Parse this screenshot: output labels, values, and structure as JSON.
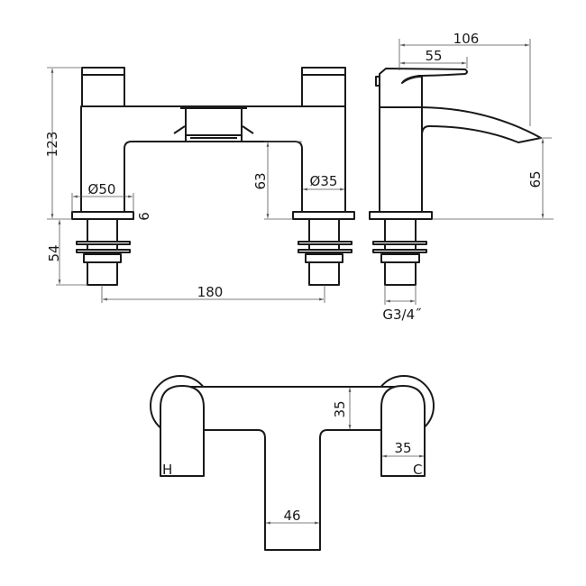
{
  "front_view": {
    "dims": {
      "total_height": "123",
      "shank_length": "54",
      "centres": "180",
      "base_diameter": "Ø50",
      "base_thickness": "6",
      "spout_clearance": "63",
      "column_diameter": "Ø35"
    }
  },
  "side_view": {
    "dims": {
      "projection": "106",
      "handle_length": "55",
      "spout_height": "65",
      "thread": "G3/4˝"
    }
  },
  "top_view": {
    "hot_label": "H",
    "cold_label": "C",
    "dims": {
      "bar_depth": "35",
      "handle_width": "35",
      "spout_width": "46"
    }
  }
}
